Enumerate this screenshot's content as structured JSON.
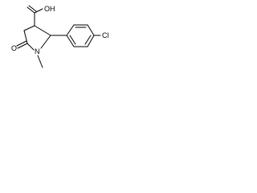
{
  "structure": {
    "atoms": {
      "carboxylic_acid": "OH",
      "chlorine": "Cl",
      "ring_nitrogen": "N",
      "ketone_oxygen": "O"
    }
  }
}
